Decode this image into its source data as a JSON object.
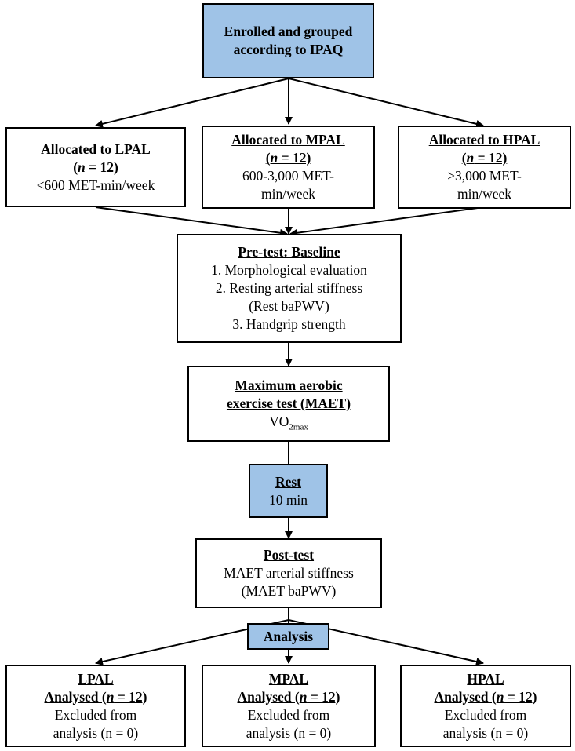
{
  "enroll": {
    "line1": "Enrolled and grouped",
    "line2": "according to IPAQ"
  },
  "lpal_alloc": {
    "title": "Allocated to LPAL",
    "n_pre": "(",
    "n_var": "n",
    "n_post": " = 12)",
    "desc": "<600 MET-min/week"
  },
  "mpal_alloc": {
    "title": "Allocated to MPAL",
    "n_pre": "(",
    "n_var": "n",
    "n_post": " = 12)",
    "desc1": "600-3,000 MET-",
    "desc2": "min/week"
  },
  "hpal_alloc": {
    "title": "Allocated to HPAL",
    "n_pre": "(",
    "n_var": "n",
    "n_post": " = 12)",
    "desc1": ">3,000 MET-",
    "desc2": "min/week"
  },
  "pretest": {
    "title": "Pre-test: Baseline",
    "item1": "1. Morphological evaluation",
    "item2": "2. Resting arterial stiffness",
    "item2b": "(Rest baPWV)",
    "item3": "3. Handgrip strength"
  },
  "maet": {
    "line1": "Maximum aerobic",
    "line2": "exercise test (MAET)",
    "vo_base": "VO",
    "vo_sub": "2max"
  },
  "rest": {
    "title": "Rest",
    "duration": "10 min"
  },
  "posttest": {
    "title": "Post-test",
    "line1": "MAET arterial stiffness",
    "line2": "(MAET baPWV)"
  },
  "analysis": {
    "label": "Analysis"
  },
  "results": [
    {
      "group": "LPAL",
      "analysed_pre": "Analysed (",
      "n_var": "n",
      "analysed_post": " = 12)",
      "excl1": "Excluded from",
      "excl2": "analysis (n = 0)"
    },
    {
      "group": "MPAL",
      "analysed_pre": "Analysed (",
      "n_var": "n",
      "analysed_post": " = 12)",
      "excl1": "Excluded from",
      "excl2": "analysis (n = 0)"
    },
    {
      "group": "HPAL",
      "analysed_pre": "Analysed (",
      "n_var": "n",
      "analysed_post": " = 12)",
      "excl1": "Excluded from",
      "excl2": "analysis (n = 0)"
    }
  ],
  "colors": {
    "box_fill": "#9fc3e7",
    "line": "#000000"
  }
}
